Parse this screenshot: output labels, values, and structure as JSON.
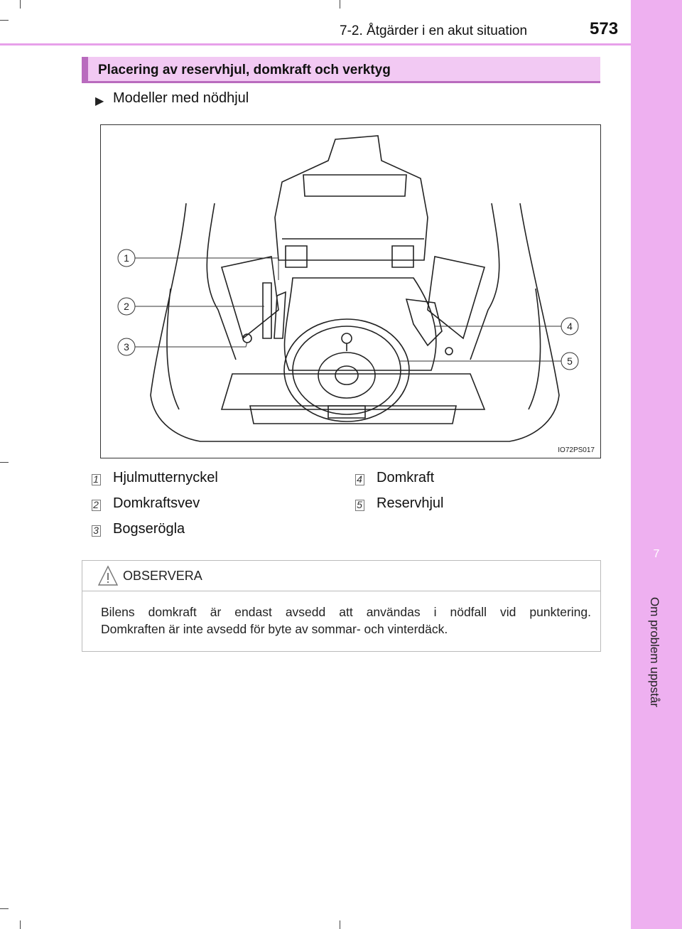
{
  "header": {
    "section": "7-2. Åtgärder i en akut situation",
    "page_number": "573"
  },
  "sidebar": {
    "chapter_number": "7",
    "chapter_title": "Om problem uppstår"
  },
  "section": {
    "title": "Placering av reservhjul, domkraft och verktyg"
  },
  "subsection": {
    "title": "Modeller med nödhjul"
  },
  "figure": {
    "code": "IO72PS017",
    "callouts": [
      "1",
      "2",
      "3",
      "4",
      "5"
    ]
  },
  "legend": [
    {
      "num": "1",
      "label": "Hjulmutternyckel"
    },
    {
      "num": "2",
      "label": "Domkraftsvev"
    },
    {
      "num": "3",
      "label": "Bogserögla"
    },
    {
      "num": "4",
      "label": "Domkraft"
    },
    {
      "num": "5",
      "label": "Reservhjul"
    }
  ],
  "notice": {
    "title": "OBSERVERA",
    "line1": "Bilens domkraft är endast avsedd att användas i nödfall vid punktering.",
    "line2": "Domkraften är inte avsedd för byte av sommar- och vinterdäck."
  },
  "colors": {
    "sidebar": "#eeb0f0",
    "section_bar": "#f2c9f3",
    "accent": "#b96bbe"
  }
}
